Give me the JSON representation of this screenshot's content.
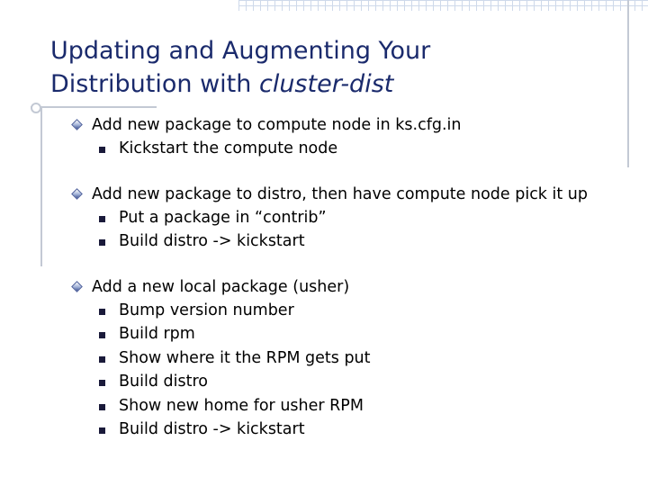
{
  "slide": {
    "title_line1": "Updating and Augmenting Your",
    "title_line2_prefix": "Distribution with ",
    "title_line2_em": "cluster-dist"
  },
  "groups": [
    {
      "text": "Add new package to compute node in ks.cfg.in",
      "items": [
        "Kickstart the compute node"
      ]
    },
    {
      "text": "Add new package to distro, then have compute node pick it up",
      "items": [
        "Put a package in “contrib”",
        "Build distro -> kickstart"
      ]
    },
    {
      "text": "Add a new local package (usher)",
      "items": [
        "Bump version number",
        "Build rpm",
        "Show where it the RPM gets put",
        "Build distro",
        "Show new home for usher RPM",
        "Build distro -> kickstart"
      ]
    }
  ],
  "icons": {
    "level1_bullet": "diamond-bullet-icon",
    "level2_bullet": "square-bullet-icon"
  },
  "colors": {
    "title": "#1a2a6c",
    "decoration": "#c3c9d4",
    "text": "#000000"
  }
}
